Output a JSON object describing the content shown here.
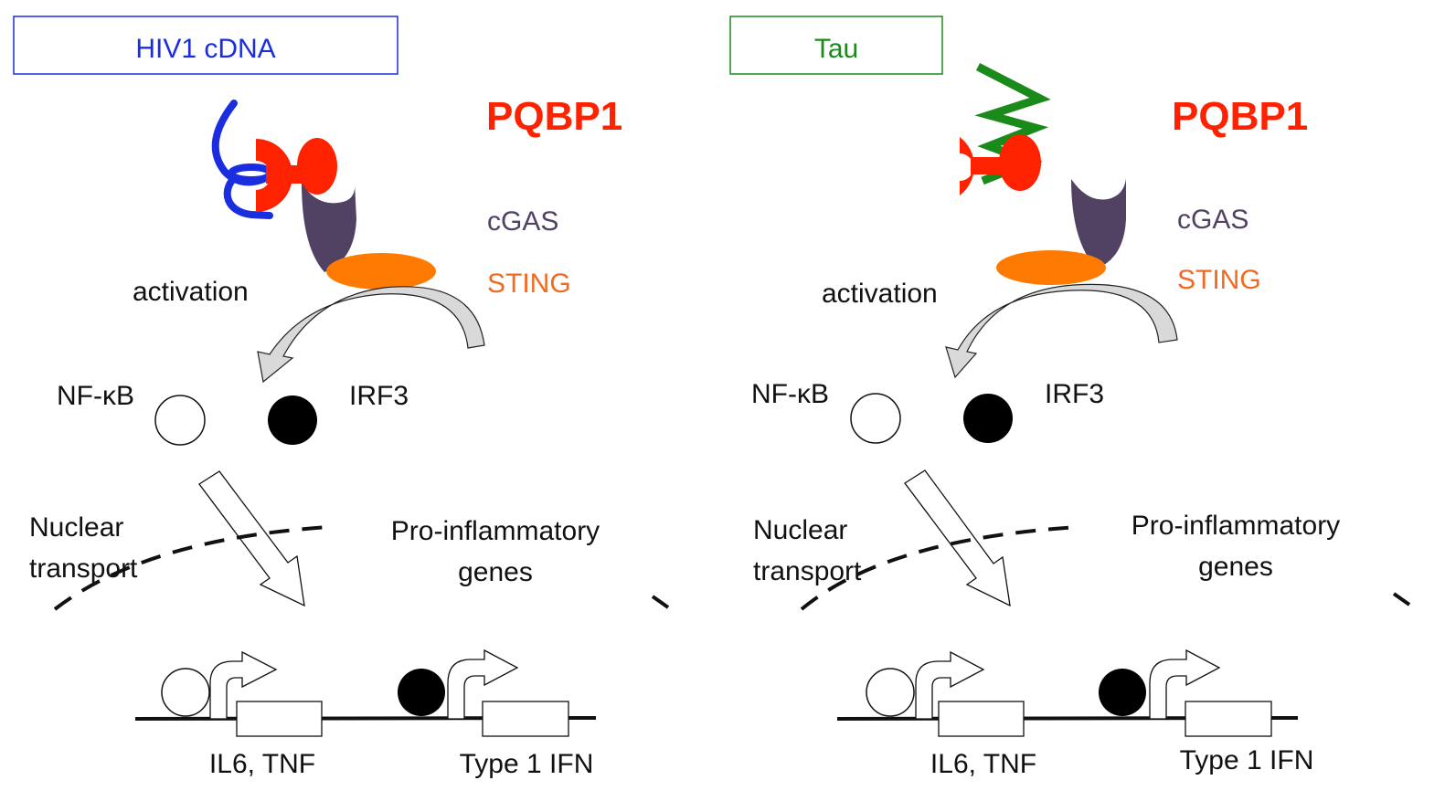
{
  "panels": [
    {
      "ligand_label": "HIV1 cDNA",
      "ligand_color": "#1a2ee0",
      "ligand_type": "dna-coil",
      "pqbp1_label": "PQBP1",
      "cgas_label": "cGAS",
      "sting_label": "STING",
      "activation_label": "activation",
      "nfkb_label": "NF-κB",
      "irf3_label": "IRF3",
      "nuclear_transport_label_1": "Nuclear",
      "nuclear_transport_label_2": "transport",
      "genes_label_1": "Pro-inflammatory",
      "genes_label_2": "genes",
      "gene1_label": "IL6, TNF",
      "gene2_label": "Type 1 IFN"
    },
    {
      "ligand_label": "Tau",
      "ligand_color": "#1a8a1a",
      "ligand_type": "zigzag",
      "pqbp1_label": "PQBP1",
      "cgas_label": "cGAS",
      "sting_label": "STING",
      "activation_label": "activation",
      "nfkb_label": "NF-κB",
      "irf3_label": "IRF3",
      "nuclear_transport_label_1": "Nuclear",
      "nuclear_transport_label_2": "transport",
      "genes_label_1": "Pro-inflammatory",
      "genes_label_2": "genes",
      "gene1_label": "IL6, TNF",
      "gene2_label": "Type 1 IFN"
    }
  ],
  "colors": {
    "pqbp1": "#ff2200",
    "cgas": "#514263",
    "sting": "#ff7a00",
    "sting_text": "#f26a22",
    "arrow_fill": "#d9d9d9",
    "text": "#111111"
  }
}
